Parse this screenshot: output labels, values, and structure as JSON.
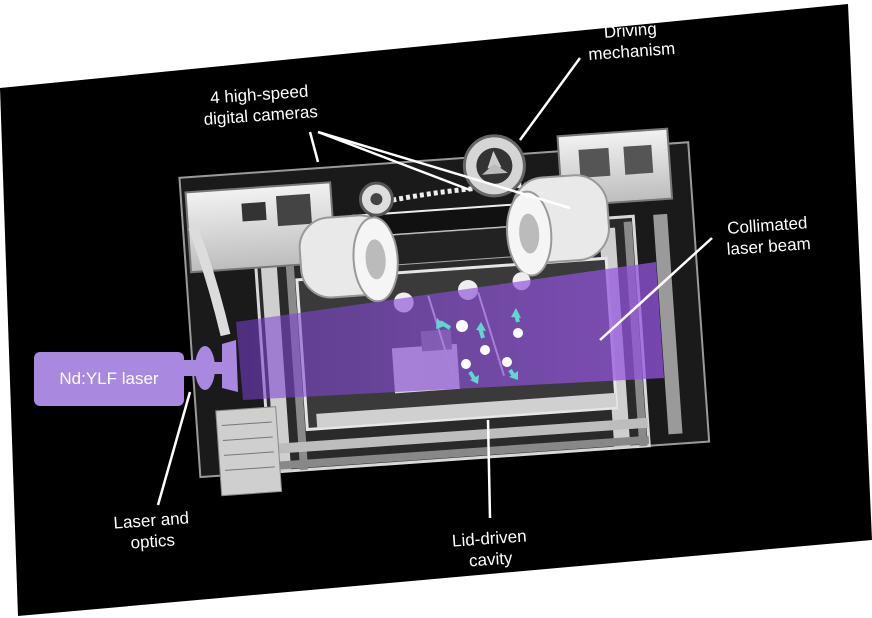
{
  "labels": {
    "driving_mechanism": [
      "Driving",
      "mechanism"
    ],
    "cameras": [
      "4 high-speed",
      "digital cameras"
    ],
    "collimated_beam": [
      "Collimated",
      "laser beam"
    ],
    "laser": "Nd:YLF laser",
    "laser_optics": [
      "Laser and",
      "optics"
    ],
    "cavity": [
      "Lid-driven",
      "cavity"
    ]
  },
  "colors": {
    "background_panel": "#000000",
    "laser_box": "#a989e0",
    "laser_sheet": "#8a4fd6",
    "label_text": "#ffffff",
    "arrow_cyan": "#5fd6d0"
  }
}
